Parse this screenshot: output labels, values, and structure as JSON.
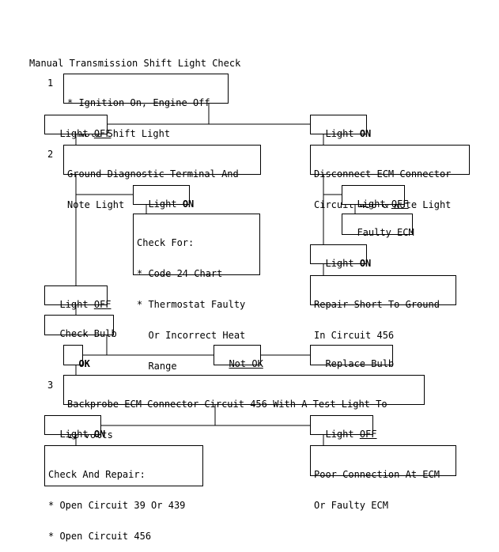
{
  "title": "Manual Transmission Shift Light Check",
  "steps": {
    "s1": "1",
    "s2": "2",
    "s3": "3"
  },
  "boxes": {
    "step1": [
      "* Ignition On, Engine Off",
      "* Note Shift Light"
    ],
    "light_off_1": {
      "text": "Light ",
      "state": "OFF"
    },
    "light_on_1": {
      "text": "Light ",
      "state": "ON"
    },
    "step2": [
      "Ground Diagnostic Terminal And",
      "Note Light"
    ],
    "disconnect": [
      "Disconnect ECM Connector",
      "Circuit 456 & Note Light"
    ],
    "light_on_2": {
      "text": "Light ",
      "state": "ON"
    },
    "check_for": [
      "Check For:",
      "* Code 24 Chart",
      "* Thermostat Faulty",
      "  Or Incorrect Heat",
      "  Range"
    ],
    "light_off_r": {
      "text": "Light ",
      "state": "OFF"
    },
    "faulty_ecm": "Faulty ECM",
    "light_on_r": {
      "text": "Light ",
      "state": "ON"
    },
    "repair_short": [
      "Repair Short To Ground",
      "In Circuit 456"
    ],
    "light_off_2": {
      "text": "Light ",
      "state": "OFF"
    },
    "check_bulb": "Check Bulb",
    "ok": "OK",
    "not_ok": "Not OK",
    "replace_bulb": "Replace Bulb",
    "step3": [
      "Backprobe ECM Connector Circuit 456 With A Test Light To",
      "12 Volts"
    ],
    "light_on_3": {
      "text": "Light ",
      "state": "ON"
    },
    "light_off_3": {
      "text": "Light ",
      "state": "OFF"
    },
    "check_repair": [
      "Check And Repair:",
      "* Open Circuit 39 Or 439",
      "* Open Circuit 456"
    ],
    "poor_conn": [
      "Poor Connection At ECM",
      "Or Faulty ECM"
    ]
  }
}
